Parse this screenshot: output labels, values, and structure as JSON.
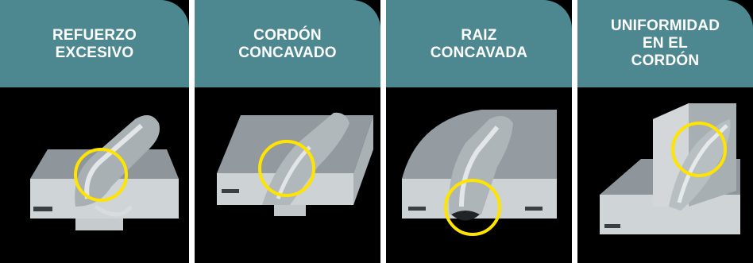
{
  "panels": [
    {
      "title_lines": [
        "REFUERZO",
        "EXCESIVO"
      ],
      "highlight_icon": "yellow-circle-icon"
    },
    {
      "title_lines": [
        "CORDÓN",
        "CONCAVADO"
      ],
      "highlight_icon": "yellow-circle-icon"
    },
    {
      "title_lines": [
        "RAIZ",
        "CONCAVADA"
      ],
      "highlight_icon": "yellow-circle-icon"
    },
    {
      "title_lines": [
        "UNIFORMIDAD",
        "EN EL",
        "CORDÓN"
      ],
      "highlight_icon": "yellow-circle-icon"
    }
  ],
  "colors": {
    "header": "#4d8891",
    "background": "#000000",
    "highlight": "#ffe400",
    "metal": "#b9c0c4"
  }
}
